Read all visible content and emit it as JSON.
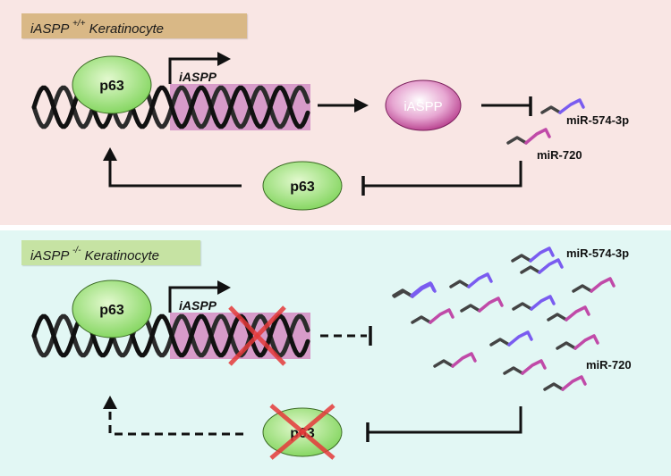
{
  "top_panel": {
    "title_gene": "iASPP",
    "title_genotype": "+/+",
    "title_cell": "Keratinocyte",
    "p63_label": "p63",
    "gene_label": "iASPP",
    "protein_label": "iASPP",
    "mir_574_label": "miR-574-3p",
    "mir_720_label": "miR-720",
    "p63_bottom_label": "p63"
  },
  "bottom_panel": {
    "title_gene": "iASPP",
    "title_genotype": "-/-",
    "title_cell": "Keratinocyte",
    "p63_label": "p63",
    "gene_label": "iASPP",
    "mir_574_label": "miR-574-3p",
    "mir_720_label": "miR-720",
    "p63_bottom_label": "p63"
  },
  "colors": {
    "top_background": "#f9e6e4",
    "bottom_background": "#e2f7f4",
    "p63_fill": "#9ce07a",
    "protein_fill": "#c0418f",
    "gene_box": "#d79bc9",
    "cross": "#e53a3a",
    "mir_574_tail": "#7a5cf0",
    "mir_720_tail": "#c04aa8"
  },
  "icons": [
    "dna-helix-icon",
    "transcription-arrow-icon",
    "inhibition-bar-icon",
    "mirna-icon",
    "cross-out-icon"
  ]
}
